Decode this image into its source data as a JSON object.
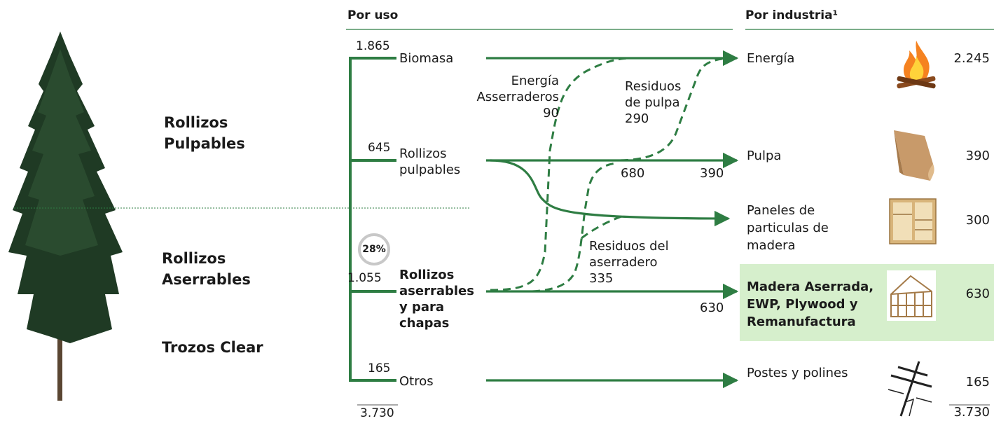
{
  "headers": {
    "by_use": "Por uso",
    "by_industry": "Por industria¹"
  },
  "tree_labels": {
    "pulpwood": [
      "Rollizos",
      "Pulpables"
    ],
    "sawlogs": [
      "Rollizos",
      "Aserrables"
    ],
    "clear": "Trozos Clear"
  },
  "uses": {
    "biomass": {
      "value": "1.865",
      "label": [
        "Biomasa"
      ]
    },
    "pulpwood": {
      "value": "645",
      "label": [
        "Rollizos",
        "pulpables"
      ]
    },
    "sawlogs": {
      "value": "1.055",
      "label": [
        "Rollizos",
        "aserrables",
        "y para",
        "chapas"
      ],
      "share": "28%"
    },
    "other": {
      "value": "165",
      "label": [
        "Otros"
      ]
    },
    "total": "3.730"
  },
  "flows": {
    "sawmill_energy": [
      "Energía",
      "Asserraderos",
      "90"
    ],
    "pulp_residues": [
      "Residuos",
      "de pulpa",
      "290"
    ],
    "sawmill_residues": [
      "Residuos del",
      "aserradero",
      "335"
    ],
    "v680": "680",
    "v390": "390",
    "v630": "630"
  },
  "industries": {
    "energy": {
      "label": [
        "Energía"
      ],
      "value": "2.245",
      "icon": "campfire-icon"
    },
    "pulp": {
      "label": [
        "Pulpa"
      ],
      "value": "390",
      "icon": "paper-sheet-icon"
    },
    "panels": {
      "label": [
        "Paneles de",
        "particulas de",
        "madera"
      ],
      "value": "300",
      "icon": "wardrobe-icon"
    },
    "lumber": {
      "label": [
        "Madera Aserrada,",
        "EWP, Plywood y",
        "Remanufactura"
      ],
      "value": "630",
      "icon": "house-frame-icon"
    },
    "poles": {
      "label": [
        "Postes y polines"
      ],
      "value": "165",
      "icon": "utility-pole-icon"
    },
    "total": "3.730"
  },
  "colors": {
    "flow": "#2e7d43",
    "highlight": "#d6efcc",
    "rule": "#2e7d43"
  }
}
